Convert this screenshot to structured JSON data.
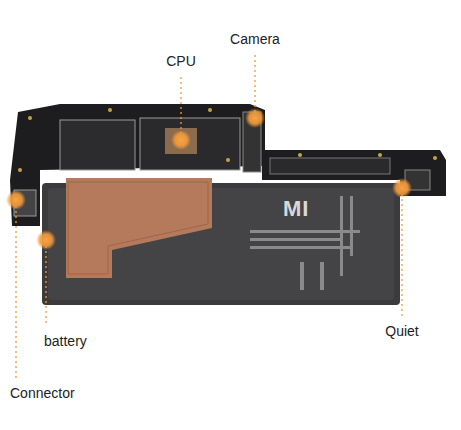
{
  "diagram": {
    "labels": [
      "CPU",
      "Camera",
      "battery",
      "Connector",
      "Quiet",
      "MI"
    ]
  }
}
